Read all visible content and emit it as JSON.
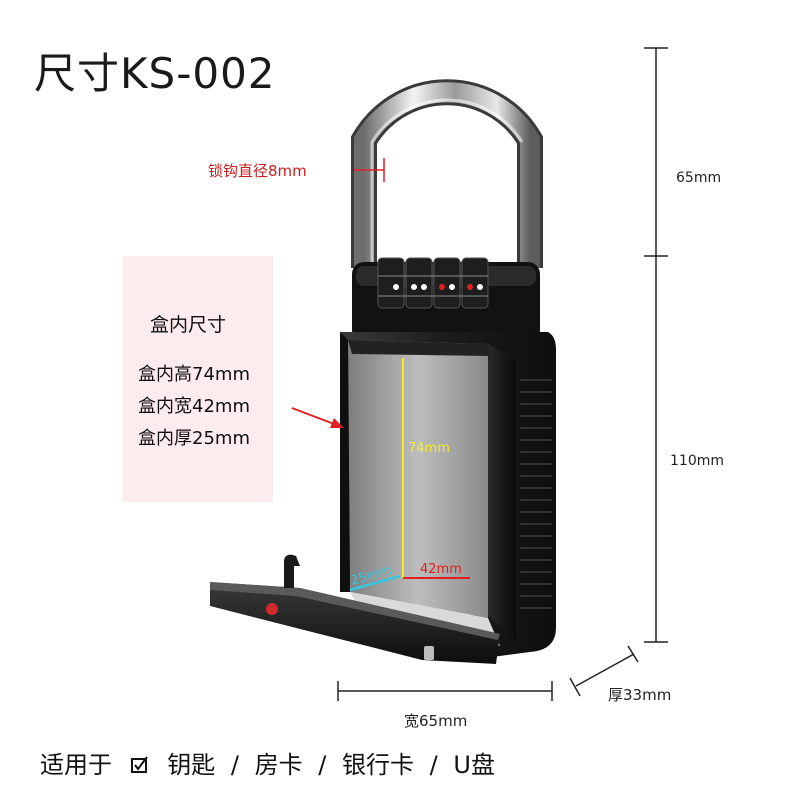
{
  "title": "尺寸KS-002",
  "shackle": {
    "label": "锁钩直径8mm"
  },
  "dimensions": {
    "height_top": "65mm",
    "height_body": "110mm",
    "width": "宽65mm",
    "thickness": "厚33mm"
  },
  "inner": {
    "title": "盒内尺寸",
    "lines": [
      "盒内高74mm",
      "盒内宽42mm",
      "盒内厚25mm"
    ],
    "label_height": "74mm",
    "label_width": "42mm",
    "label_depth": "25mm"
  },
  "usage": {
    "prefix": "适用于",
    "items": [
      "钥匙",
      "房卡",
      "银行卡",
      "U盘"
    ],
    "separator": "/"
  },
  "colors": {
    "accent_red": "#c8201e",
    "yellow_line": "#f3ee2a",
    "cyan_line": "#34c8e0",
    "panel_bg": "#fcecee"
  }
}
